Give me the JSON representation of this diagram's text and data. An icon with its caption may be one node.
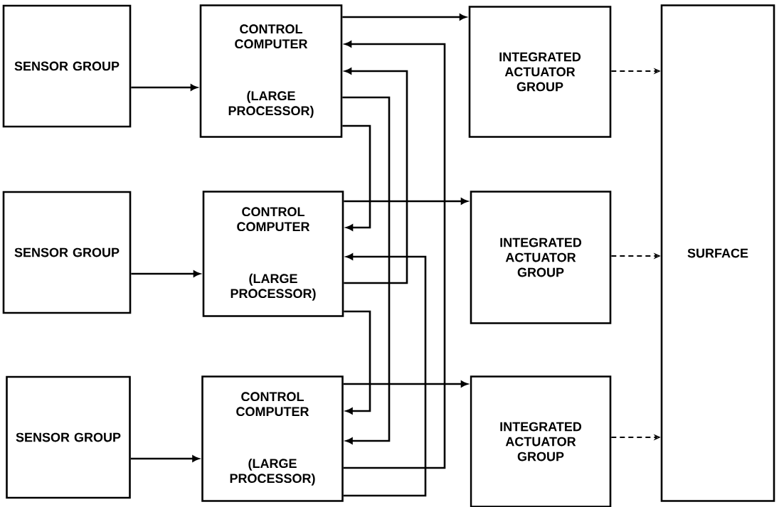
{
  "diagram": {
    "nodes": [
      {
        "text": [
          "SENSOR GROUP"
        ]
      },
      {
        "text": [
          "CONTROL COMPUTER",
          "(LARGE PROCESSOR)"
        ]
      },
      {
        "text": [
          "INTEGRATED ACTUATOR GROUP"
        ]
      },
      {
        "text": [
          "SURFACE"
        ]
      },
      {
        "text": [
          "SENSOR GROUP"
        ]
      },
      {
        "text": [
          "CONTROL COMPUTER",
          "(LARGE PROCESSOR)"
        ]
      },
      {
        "text": [
          "INTEGRATED ACTUATOR GROUP"
        ]
      },
      {
        "text": [
          "SENSOR GROUP"
        ]
      },
      {
        "text": [
          "CONTROL COMPUTER",
          "(LARGE PROCESSOR)"
        ]
      },
      {
        "text": [
          "INTEGRATED ACTUATOR GROUP"
        ]
      }
    ],
    "edges": [
      {
        "from": 0,
        "to": 1,
        "arrow": "to"
      },
      {
        "from": 4,
        "to": 5,
        "arrow": "to"
      },
      {
        "from": 7,
        "to": 8,
        "arrow": "to"
      },
      {
        "from": 1,
        "to": 2,
        "arrow": "to"
      },
      {
        "from": 5,
        "to": 6,
        "arrow": "to"
      },
      {
        "from": 8,
        "to": 9,
        "arrow": "to"
      },
      {
        "from": 2,
        "to": 3,
        "arrow": "to",
        "style": "dashed"
      },
      {
        "from": 6,
        "to": 3,
        "arrow": "to",
        "style": "dashed"
      },
      {
        "from": 9,
        "to": 3,
        "arrow": "to",
        "style": "dashed"
      },
      {
        "from": 1,
        "to": 5,
        "arrow": "to"
      },
      {
        "from": 1,
        "to": 8,
        "arrow": "to"
      },
      {
        "from": 5,
        "to": 1,
        "arrow": "to"
      },
      {
        "from": 8,
        "to": 1,
        "arrow": "to"
      },
      {
        "from": 8,
        "to": 5,
        "arrow": "to"
      },
      {
        "from": 5,
        "to": 8,
        "arrow": "to"
      }
    ]
  }
}
